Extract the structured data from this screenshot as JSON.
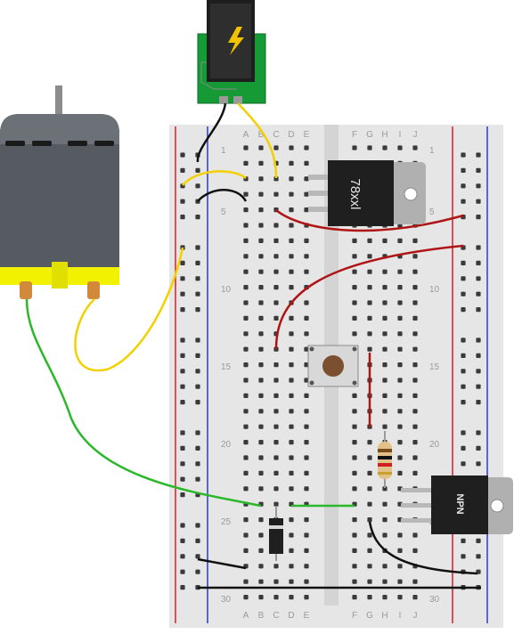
{
  "breadboard": {
    "column_letters_left": [
      "A",
      "B",
      "C",
      "D",
      "E"
    ],
    "column_letters_right": [
      "F",
      "G",
      "H",
      "I",
      "J"
    ],
    "row_numbers": [
      "1",
      "5",
      "10",
      "15",
      "20",
      "25",
      "30"
    ]
  },
  "components": {
    "regulator_label": "78xxl",
    "transistor_label": "NPN"
  },
  "icons": {
    "power_jack": "lightning-bolt-icon",
    "motor": "dc-motor-icon",
    "pushbutton": "pushbutton-icon",
    "resistor": "resistor-icon",
    "diode": "diode-icon"
  },
  "colors": {
    "breadboard": "#e6e6e6",
    "rail_red": "#d0202a",
    "rail_blue": "#2a3cc8",
    "wire_red": "#b01515",
    "wire_yellow": "#f4d000",
    "wire_green": "#2ab82a",
    "wire_black": "#111111",
    "motor_body": "#555b60",
    "motor_mount": "#f2f200",
    "jack_board": "#159a35"
  }
}
